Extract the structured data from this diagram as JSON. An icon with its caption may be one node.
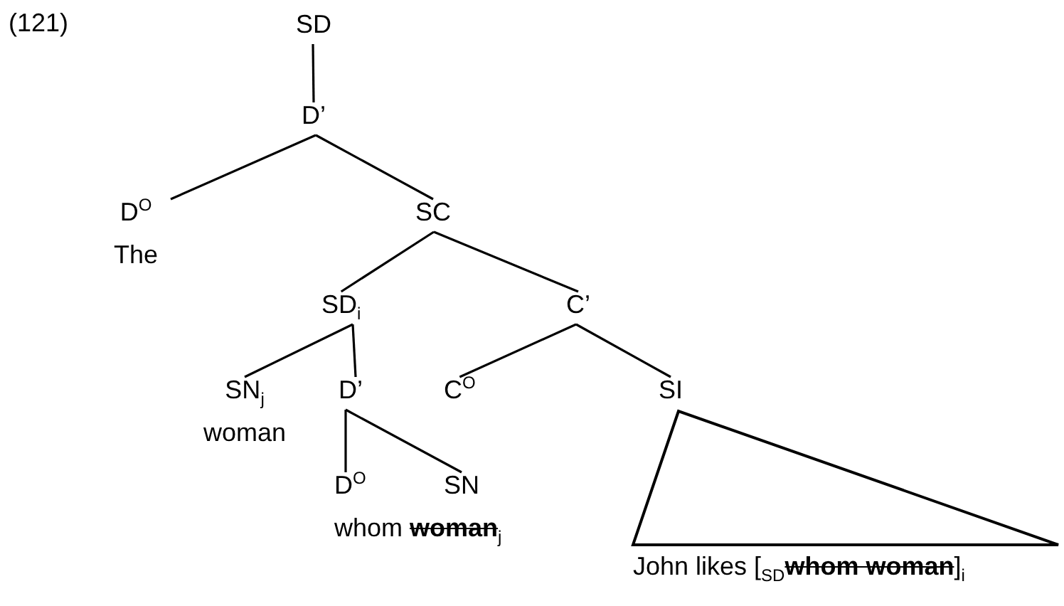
{
  "diagram": {
    "nodes": [
      {
        "text": [
          "SD"
        ]
      },
      {
        "text": [
          "D’"
        ]
      },
      {
        "text": [
          "D$^{O}$",
          "The"
        ]
      },
      {
        "text": [
          "SC"
        ]
      },
      {
        "text": [
          "SD$_{i}$"
        ]
      },
      {
        "text": [
          "C’"
        ]
      },
      {
        "text": [
          "SN$_{j}$",
          "woman"
        ]
      },
      {
        "text": [
          "D’"
        ]
      },
      {
        "text": [
          "C$^{O}$"
        ]
      },
      {
        "text": [
          "SI"
        ]
      },
      {
        "text": [
          "D$^{O}$",
          "whom **woman**$_{j}$"
        ]
      },
      {
        "text": [
          "SN"
        ]
      },
      {
        "text": [
          "John likes [$_{SD}$**whom woman**]$_{i}$"
        ]
      }
    ],
    "edges": [
      {
        "from": 0,
        "to": 1,
        "arrow": "none"
      },
      {
        "from": 1,
        "to": 2,
        "arrow": "none"
      },
      {
        "from": 1,
        "to": 3,
        "arrow": "none"
      },
      {
        "from": 3,
        "to": 4,
        "arrow": "none"
      },
      {
        "from": 3,
        "to": 5,
        "arrow": "none"
      },
      {
        "from": 4,
        "to": 6,
        "arrow": "none"
      },
      {
        "from": 4,
        "to": 7,
        "arrow": "none"
      },
      {
        "from": 5,
        "to": 8,
        "arrow": "none"
      },
      {
        "from": 5,
        "to": 9,
        "arrow": "none"
      },
      {
        "from": 7,
        "to": 10,
        "arrow": "none"
      },
      {
        "from": 7,
        "to": 11,
        "arrow": "none"
      }
    ],
    "labels": [
      "(121)"
    ]
  }
}
